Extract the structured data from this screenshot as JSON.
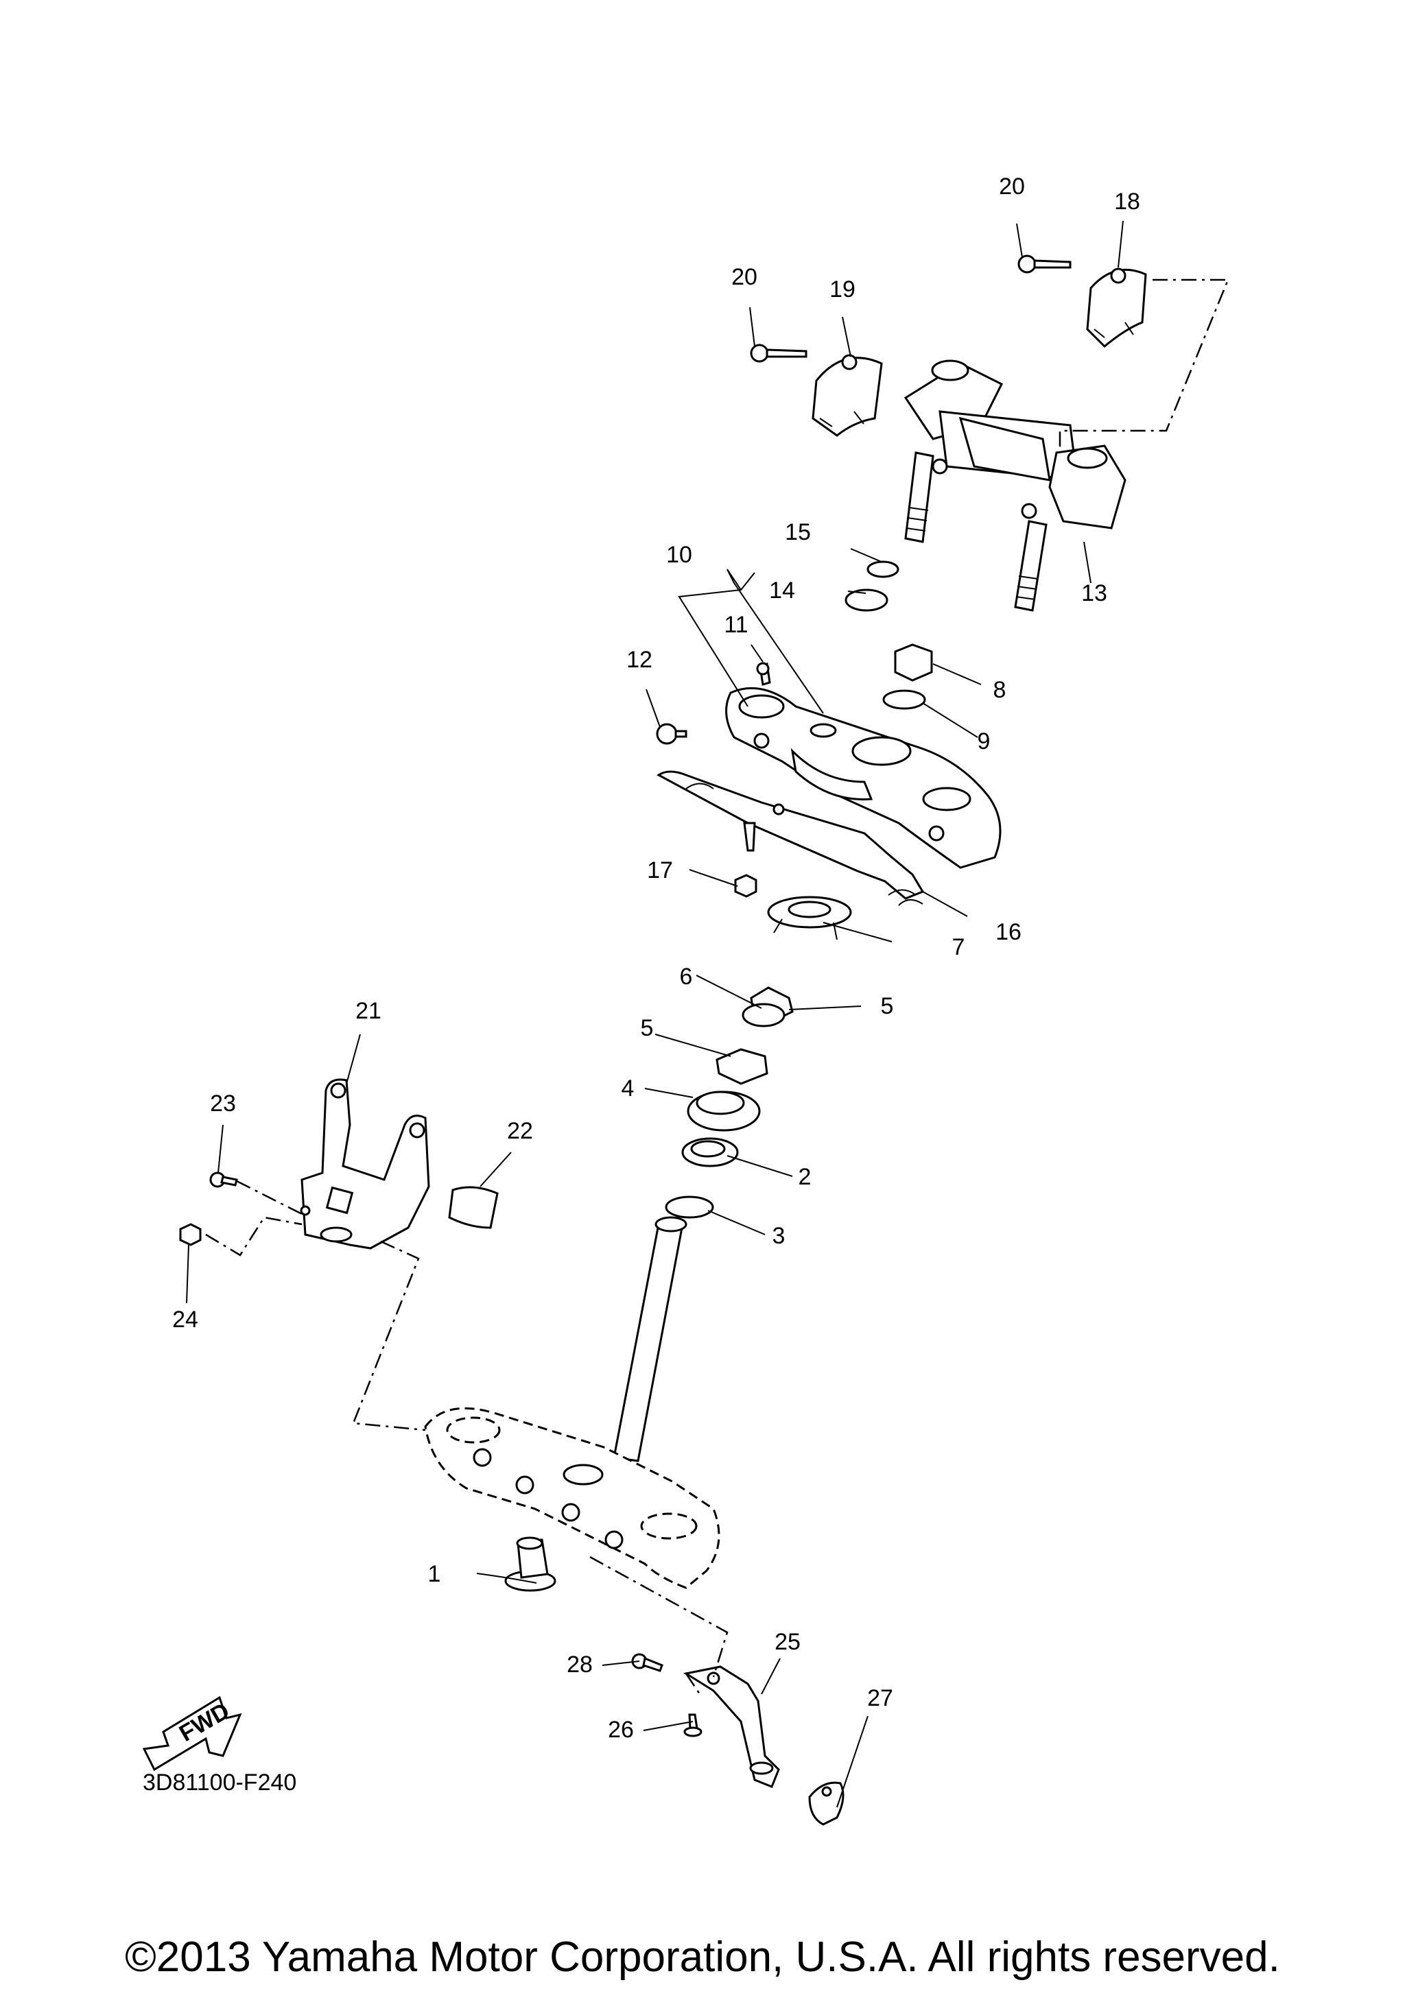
{
  "diagram_code": "3D81100-F240",
  "copyright": "©2013 Yamaha Motor Corporation, U.S.A. All rights reserved.",
  "fwd_label": "FWD",
  "callouts": [
    {
      "id": "c1",
      "text": "1"
    },
    {
      "id": "c2",
      "text": "2"
    },
    {
      "id": "c3",
      "text": "3"
    },
    {
      "id": "c4",
      "text": "4"
    },
    {
      "id": "c5a",
      "text": "5"
    },
    {
      "id": "c5b",
      "text": "5"
    },
    {
      "id": "c6",
      "text": "6"
    },
    {
      "id": "c7",
      "text": "7"
    },
    {
      "id": "c8",
      "text": "8"
    },
    {
      "id": "c9",
      "text": "9"
    },
    {
      "id": "c10",
      "text": "10"
    },
    {
      "id": "c11",
      "text": "11"
    },
    {
      "id": "c12",
      "text": "12"
    },
    {
      "id": "c13",
      "text": "13"
    },
    {
      "id": "c14",
      "text": "14"
    },
    {
      "id": "c15",
      "text": "15"
    },
    {
      "id": "c16",
      "text": "16"
    },
    {
      "id": "c17",
      "text": "17"
    },
    {
      "id": "c18",
      "text": "18"
    },
    {
      "id": "c19",
      "text": "19"
    },
    {
      "id": "c20a",
      "text": "20"
    },
    {
      "id": "c20b",
      "text": "20"
    },
    {
      "id": "c21",
      "text": "21"
    },
    {
      "id": "c22",
      "text": "22"
    },
    {
      "id": "c23",
      "text": "23"
    },
    {
      "id": "c24",
      "text": "24"
    },
    {
      "id": "c25",
      "text": "25"
    },
    {
      "id": "c26",
      "text": "26"
    },
    {
      "id": "c27",
      "text": "27"
    },
    {
      "id": "c28",
      "text": "28"
    }
  ]
}
